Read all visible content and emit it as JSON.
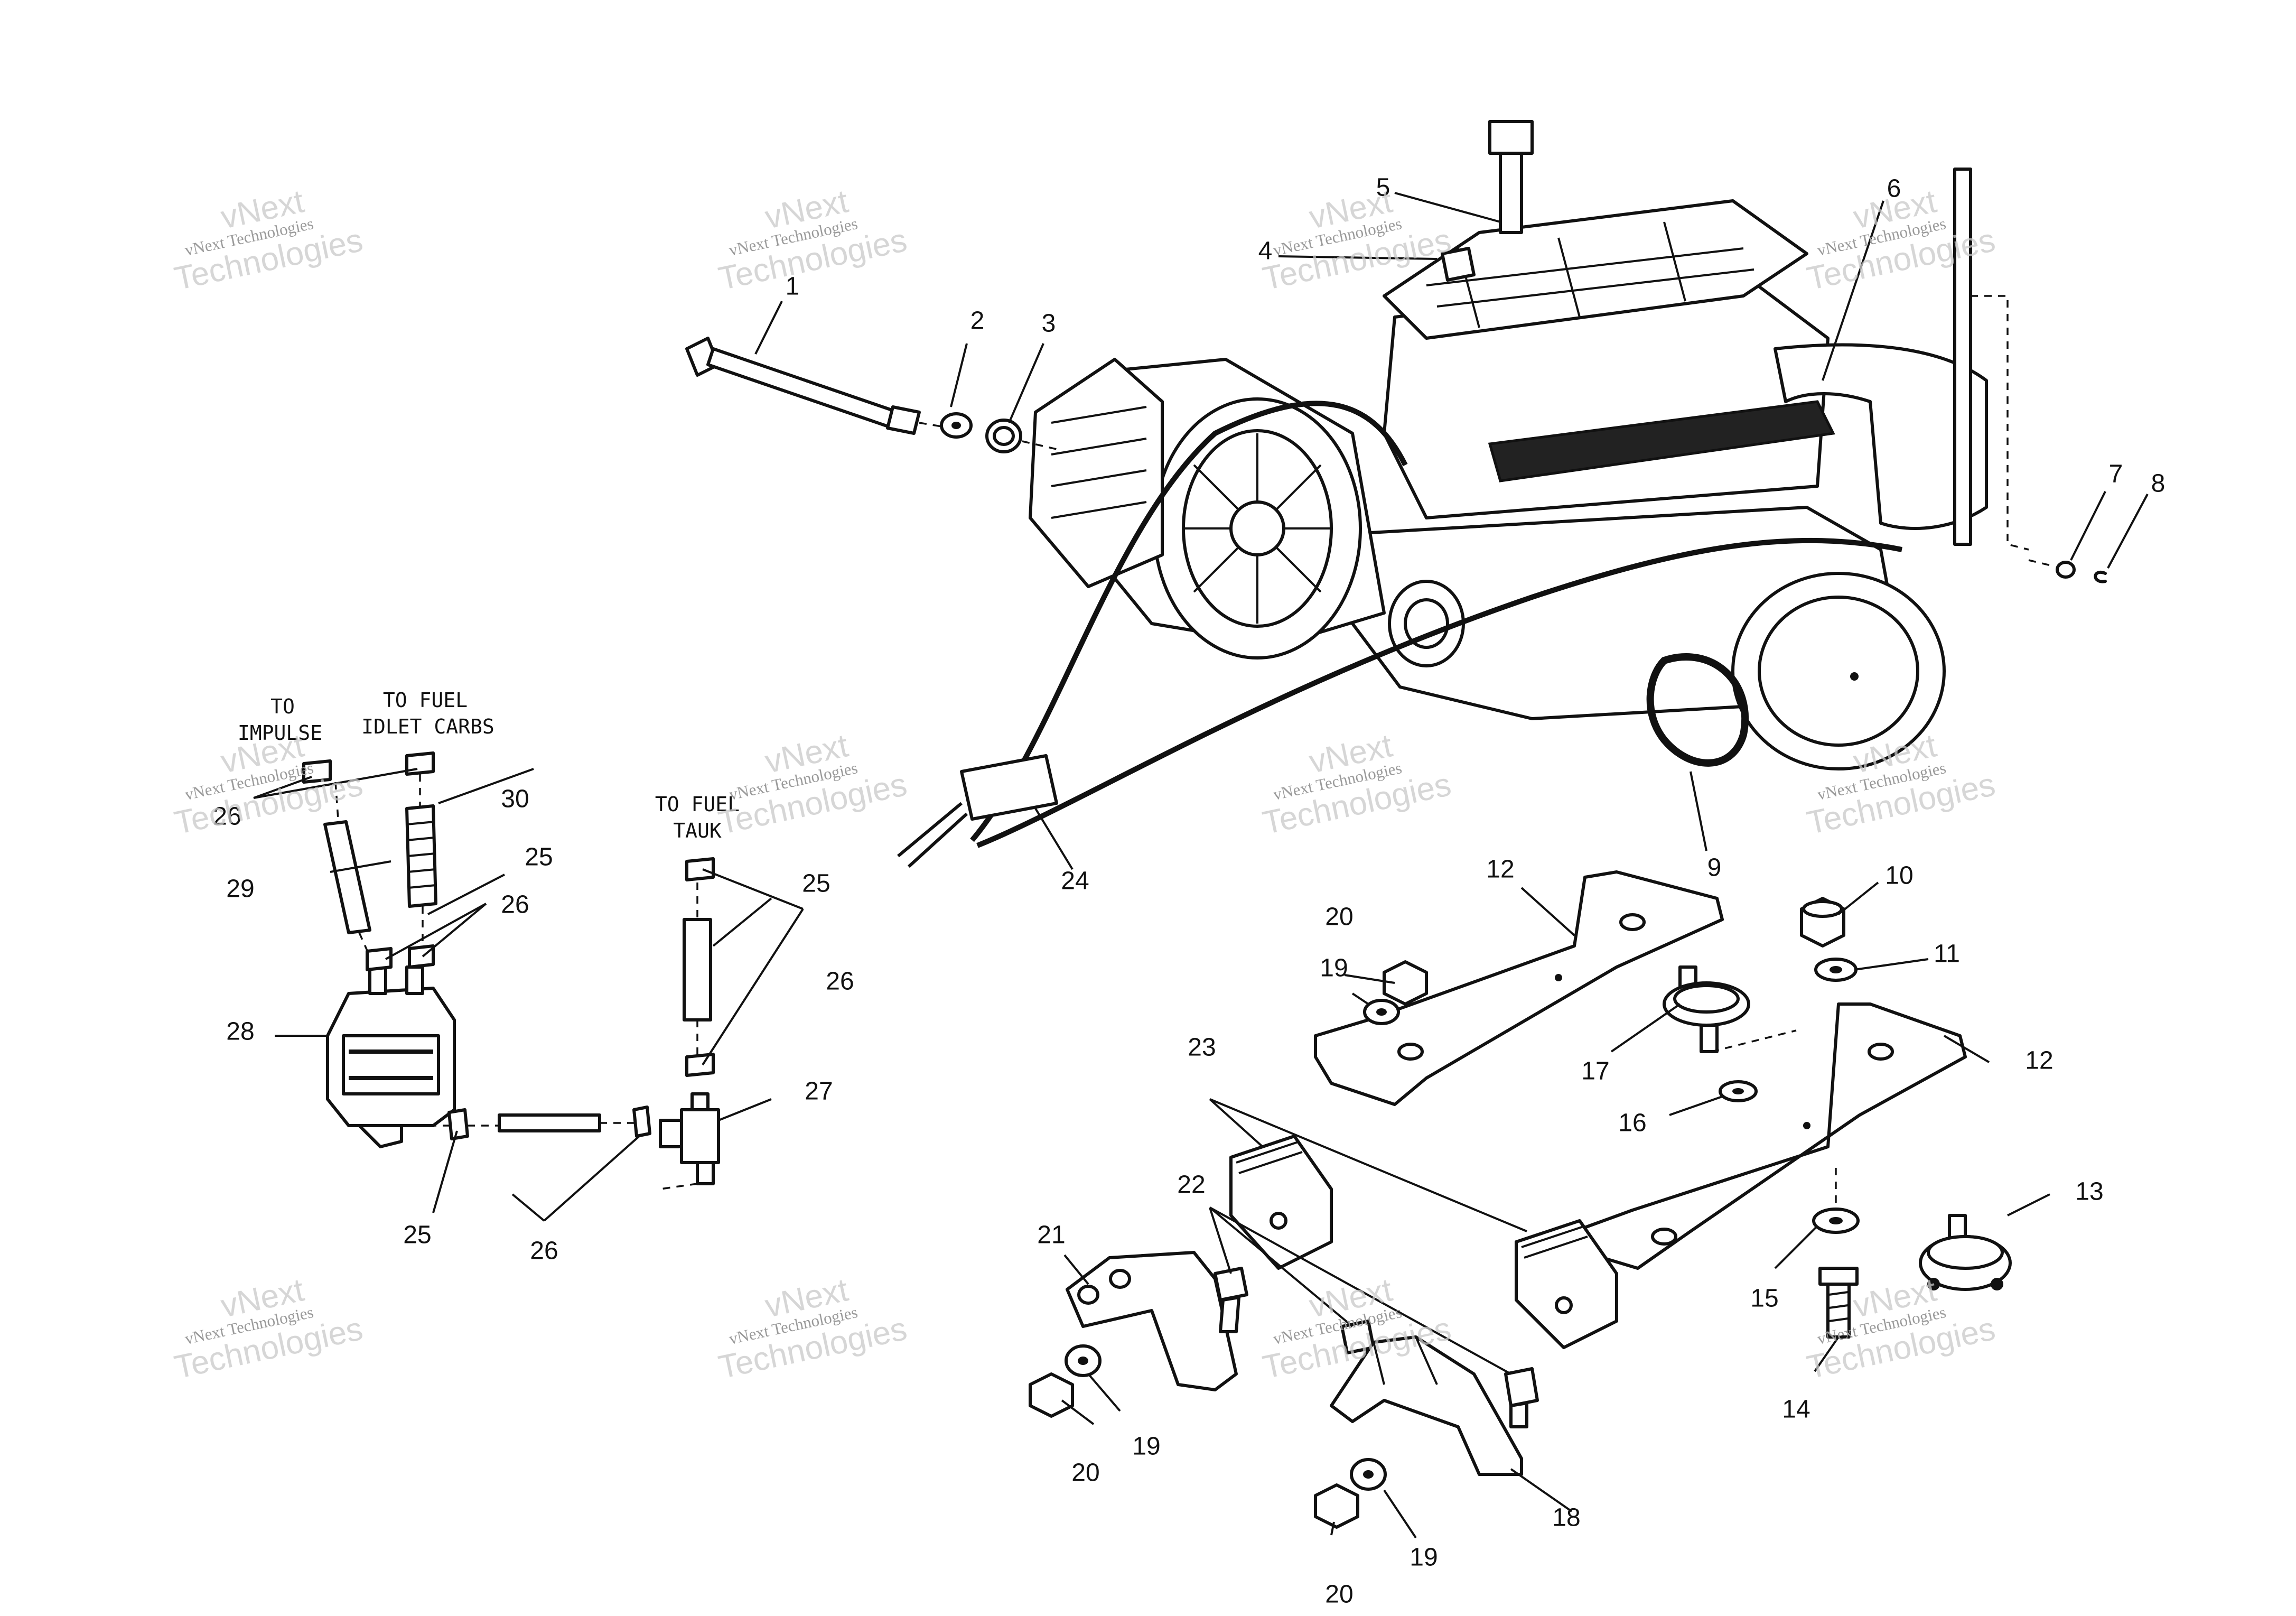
{
  "watermark": {
    "line1": "vNext Technologies",
    "line2": "vNext",
    "line3": "Technologies"
  },
  "notes": {
    "to_impulse_1": "TO",
    "to_impulse_2": "IMPULSE",
    "to_fuel_idle_1": "TO FUEL",
    "to_fuel_idle_2": "IDLET CARBS",
    "to_fuel_tank_1": "TO FUEL",
    "to_fuel_tank_2": "TAUK"
  },
  "callouts": [
    "1",
    "2",
    "3",
    "4",
    "5",
    "6",
    "7",
    "8",
    "9",
    "10",
    "11",
    "12",
    "12",
    "13",
    "14",
    "15",
    "16",
    "17",
    "18",
    "19",
    "19",
    "19",
    "20",
    "20",
    "20",
    "21",
    "22",
    "23",
    "24",
    "25",
    "25",
    "25",
    "26",
    "26",
    "26",
    "26",
    "27",
    "28",
    "29",
    "30"
  ]
}
